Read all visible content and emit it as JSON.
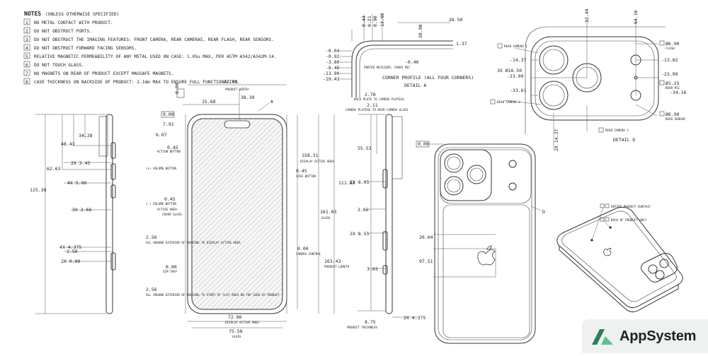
{
  "notes": {
    "title": "NOTES",
    "subtitle": "(UNLESS OTHERWISE SPECIFIED)",
    "items": [
      {
        "num": "1",
        "text": "NO METAL CONTACT WITH PRODUCT."
      },
      {
        "num": "2",
        "text": "DO NOT OBSTRUCT PORTS."
      },
      {
        "num": "3",
        "text": "DO NOT OBSTRUCT THE IMAGING FEATURES: FRONT CAMERA, REAR CAMERAS, REAR FLASH, REAR SENSORS."
      },
      {
        "num": "4",
        "text": "DO NOT OBSTRUCT FORWARD FACING SENSORS."
      },
      {
        "num": "5",
        "text": "RELATIVE MAGNETIC PERMEABILITY OF ANY METAL USED ON CASE: 1.05u MAX, PER ASTM A342/A342M-14."
      },
      {
        "num": "6",
        "text": "DO NOT TOUCH GLASS."
      },
      {
        "num": "7",
        "text": "NO MAGNETS ON REAR OF PRODUCT EXCEPT MAGSAFE MAGNETS."
      },
      {
        "num": "8",
        "text": "CASE THICKNESS ON BACKSIDE OF PRODUCT: 2.1mm MAX TO ENSURE FULL FUNCTIONALITY."
      }
    ]
  },
  "side_view": {
    "dims": [
      "48.43",
      "34.28",
      "62.63",
      "2X 3.45",
      "4X 5.80",
      "125.38",
      "3X 2.66",
      "4X 4.375",
      "2.56",
      "2X 9.80"
    ]
  },
  "front_view": {
    "dims": {
      "width": "77.08",
      "width_label": "PRODUCT WIDTH",
      "top_a": "15.68",
      "top_b": "38.39",
      "top_c": "7.91",
      "top_d": "6.07",
      "action": "0.45",
      "action_label": "ACTION BUTTON",
      "volume_label": "(+) VOLUME BUTTON",
      "display_h": "158.31",
      "display_h_label": "DISPLAY ACTIVE AREA",
      "side_btn": "0.45",
      "side_btn_label": "SIDE BUTTON",
      "glass_h": "161.03",
      "glass_h_label": "GLASS",
      "vol_down": "0.45",
      "vol_down_label": "(-) VOLUME BUTTON",
      "active_area": "ACTIVE AREA",
      "cover_glass": "COVER GLASS",
      "border": "2.56",
      "border_label": "ALL AROUND EXTERIOR OF HOUSING TO DISPLAY ACTIVE AREA",
      "product_len": "163.43",
      "product_len_label": "PRODUCT LENGTH",
      "sim": "0.00",
      "sim_label": "SIM TRAY",
      "camera_ctrl": "0.00",
      "camera_ctrl_label": "CAMERA CONTROL",
      "bottom_border": "2.56",
      "bottom_border_label": "ALL AROUND EXTERIOR OF HOUSING TO START OF FLAT AREA ON TOP SIDE OF PRODUCT",
      "display_w": "72.86",
      "display_w_label": "DISPLAY ACTIVE AREA",
      "glass_w": "75.58",
      "glass_w_label": "GLASS",
      "ref_a": "A",
      "zero_a": "0.00",
      "zero_b": "0.00"
    }
  },
  "corner": {
    "dims_top": [
      "0.44",
      "0.21",
      "0.90",
      "13.90"
    ],
    "d_2650": "26.50",
    "d_3890": "38.90",
    "d_137": "1.37",
    "left": [
      "-0.04",
      "-0.92",
      "-3.80",
      "-8.46",
      "-13.90",
      "-19.43"
    ],
    "d_046": "-0.46",
    "receiver": "PORTED RECEIVER, FRONT MIC",
    "title": "CORNER PROFILE (ALL FOUR CORNERS)",
    "detail": "DETAIL A"
  },
  "side_view_2": {
    "d_278": "2.78",
    "d_278_label": "BACK PLATE TO CAMERA PLATEAU",
    "d_211": "2.11",
    "d_211_label": "CAMERA PLATEAU TO REAR CAMERA GLASS",
    "dims": [
      "55.53",
      "111.82",
      "2X 8.05",
      "2.66",
      "2X 8.55",
      "3.03",
      "2X 4.375"
    ],
    "thick": "8.75",
    "thick_label": "PRODUCT THICKNESS"
  },
  "back_view": {
    "zero": "0.00",
    "d_2004": "20.04",
    "d_9751": "97.51",
    "ref_d": "D"
  },
  "detail_d": {
    "top": [
      "32.49",
      "64.16"
    ],
    "rear_cam1": "REAR CAMERA 1",
    "left": [
      "-14.37",
      "3X Ø16.50",
      "-23.99",
      "-33.61"
    ],
    "rear_cam2": "REAR CAMERA 2",
    "flash": "Ø6.90",
    "flash_label": "FLASH",
    "right": [
      "-13.82",
      "-23.99"
    ],
    "mic": "Ø1.15",
    "mic_label": "REAR MIC",
    "d_3416": "-34.16",
    "sensor": "Ø6.90",
    "sensor_label": "REAR SENSOR",
    "rear_cam3": "REAR CAMERA 3",
    "v_1437": "2X 14.37",
    "detail": "DETAIL D"
  },
  "iso_view": {
    "label1": "ENTIRE PRODUCT SURFACE",
    "label2": "BACK OF PRODUCT ONLY"
  },
  "brand": {
    "name": "AppSystem",
    "accent": "#2f7d5c",
    "accent_light": "#5cc08f"
  }
}
